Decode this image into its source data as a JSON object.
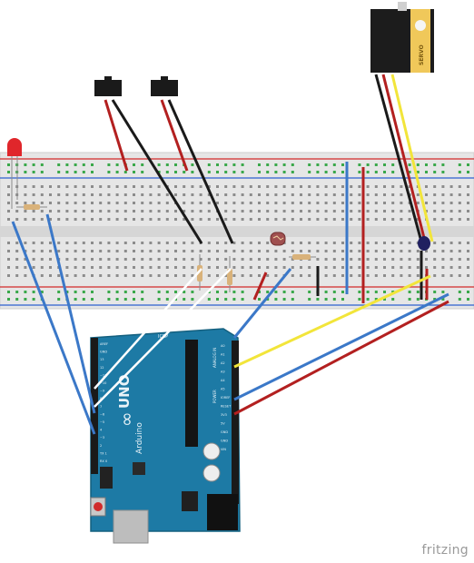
{
  "watermark": "fritzing",
  "arduino": {
    "brand": "Arduino",
    "model": "UNO",
    "logo_symbol": "∞",
    "reset_label": "RESET",
    "icsp_label": "ICSP",
    "power_header_label": "POWER",
    "analog_header_label": "ANALOG IN",
    "pin_labels_power": [
      "IOREF",
      "RESET",
      "3V3",
      "5V",
      "GND",
      "GND",
      "VIN"
    ],
    "pin_labels_analog": [
      "A0",
      "A1",
      "A2",
      "A3",
      "A4",
      "A5"
    ],
    "pin_labels_digital": [
      "AREF",
      "GND",
      "13",
      "12",
      "~11",
      "~10",
      "~9",
      "8",
      "7",
      "~6",
      "~5",
      "4",
      "~3",
      "2",
      "TX 1",
      "RX 0"
    ],
    "board_color": "#1d7aa5"
  },
  "servo": {
    "label": "SERVO",
    "body_color": "#1c1c1c"
  },
  "components": {
    "led_color": "#e0262b",
    "switches": [
      "switch-left",
      "switch-right"
    ],
    "resistor_count": 4,
    "photoresistor": "ldr"
  },
  "wire_colors": {
    "blue": "#3b78c8",
    "red": "#b32020",
    "black": "#1a1a1a",
    "yellow": "#f2e53a",
    "white": "#ffffff"
  },
  "breadboard": {
    "body_color": "#e8e8e8",
    "rail_red": "#d22a2a",
    "rail_blue": "#2d5fd0",
    "hole_green": "#3aa84a"
  }
}
